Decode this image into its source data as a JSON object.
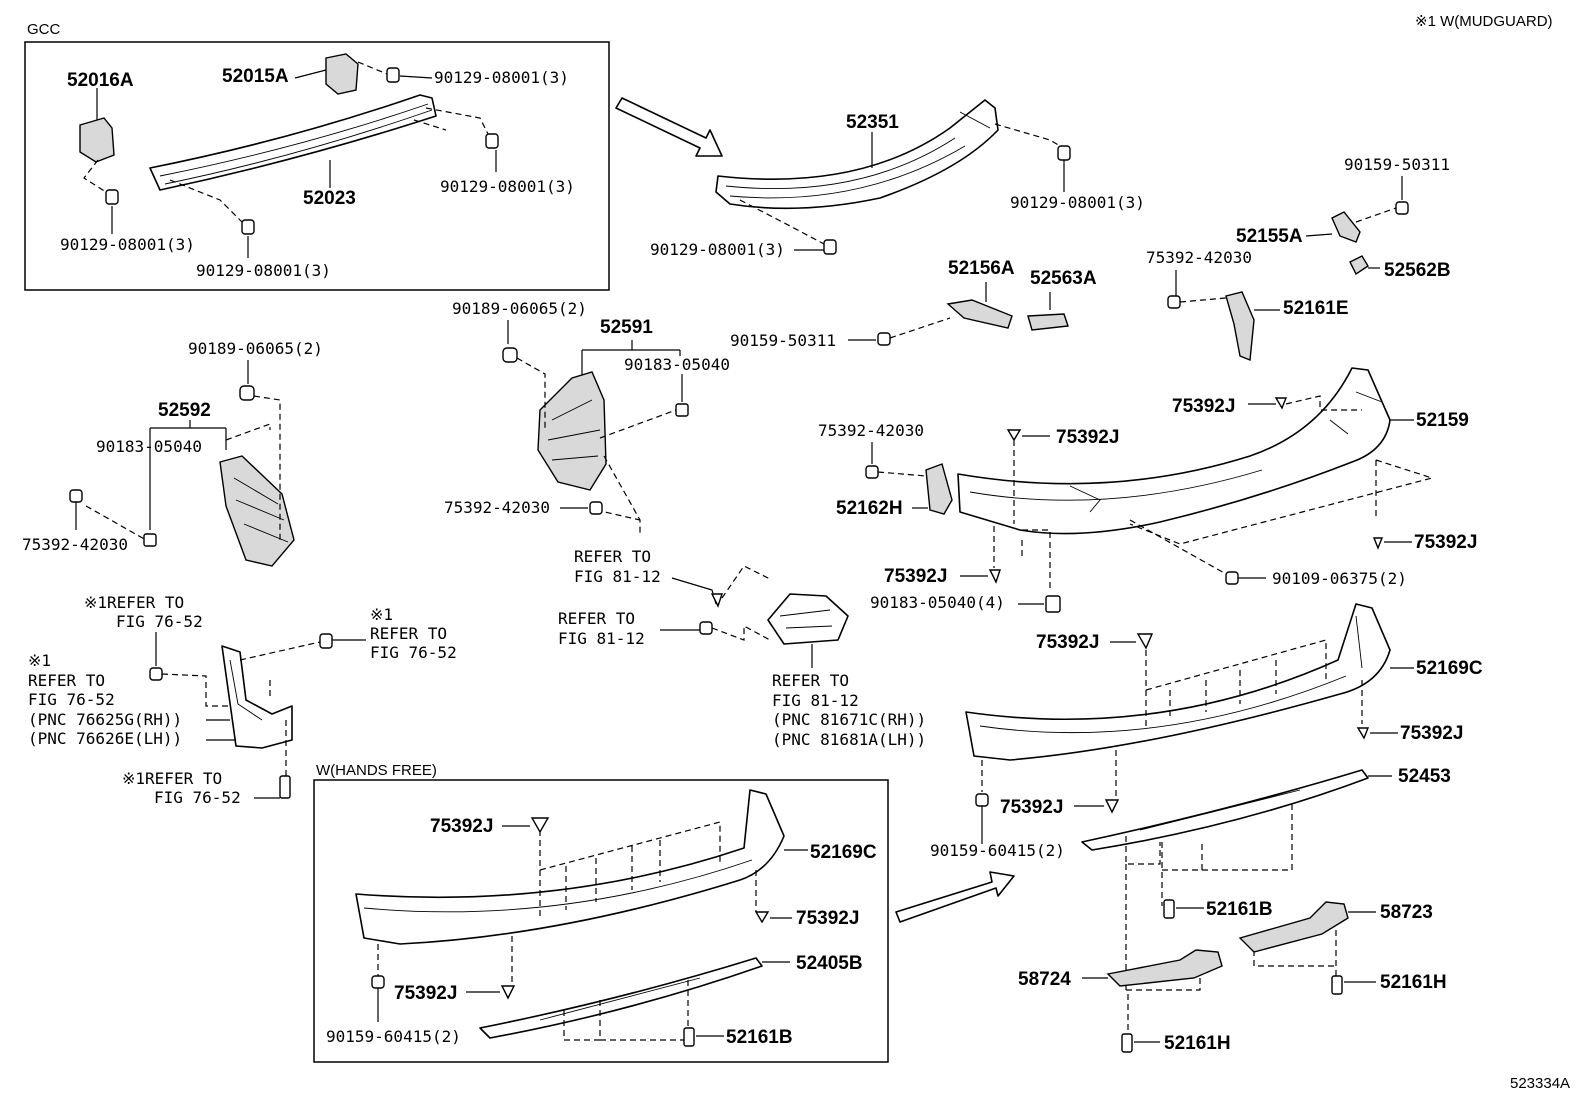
{
  "header": {
    "note": "※1  W(MUDGUARD)",
    "figure_id": "523334A"
  },
  "groups": {
    "gcc": "GCC",
    "hands_free": "W(HANDS FREE)"
  },
  "labels": {
    "p52016A": "52016A",
    "p52015A": "52015A",
    "p52023": "52023",
    "b90129_top": "90129-08001(3)",
    "b90129_mid": "90129-08001(3)",
    "b90129_left": "90129-08001(3)",
    "b90129_bot": "90129-08001(3)",
    "p52351": "52351",
    "b90129_r1": "90129-08001(3)",
    "b90129_r2": "90129-08001(3)",
    "b90159_top": "90159-50311",
    "p52155A": "52155A",
    "p52562B": "52562B",
    "p52156A": "52156A",
    "p52563A": "52563A",
    "b75392_42030_a": "75392-42030",
    "p52161E": "52161E",
    "b90159_mid": "90159-50311",
    "b90189_a": "90189-06065(2)",
    "p52591": "52591",
    "b90183_a": "90183-05040",
    "b90189_b": "90189-06065(2)",
    "p52592": "52592",
    "b90183_b": "90183-05040",
    "b75392_42030_b": "75392-42030",
    "b75392_42030_c": "75392-42030",
    "c75392J_a": "75392J",
    "p52159": "52159",
    "b75392_42030_d": "75392-42030",
    "c75392J_b": "75392J",
    "p52162H": "52162H",
    "c75392J_c": "75392J",
    "c75392J_d": "75392J",
    "b90109": "90109-06375(2)",
    "b90183_c": "90183-05040(4)",
    "ref1_a": "REFER TO",
    "ref1_b": "FIG 81-12",
    "ref2_a": "REFER TO",
    "ref2_b": "FIG 81-12",
    "ref3_a": "REFER TO",
    "ref3_b": "FIG 81-12",
    "ref3_c": "(PNC 81671C(RH))",
    "ref3_d": "(PNC 81681A(LH))",
    "mg1_a": "※1REFER TO",
    "mg1_b": "FIG 76-52",
    "mg2_a": "※1",
    "mg2_b": "REFER TO",
    "mg2_c": "FIG 76-52",
    "mg3_a": "※1",
    "mg3_b": "REFER TO",
    "mg3_c": "FIG 76-52",
    "mg3_d": "(PNC 76625G(RH))",
    "mg3_e": "(PNC 76626E(LH))",
    "mg4_a": "※1REFER TO",
    "mg4_b": "FIG 76-52",
    "c75392J_e": "75392J",
    "p52169C_a": "52169C",
    "c75392J_f": "75392J",
    "p52453": "52453",
    "c75392J_g": "75392J",
    "b90159_60415_a": "90159-60415(2)",
    "p52161B_a": "52161B",
    "p58723": "58723",
    "p58724": "58724",
    "p52161H_a": "52161H",
    "p52161H_b": "52161H",
    "c75392J_h": "75392J",
    "p52169C_b": "52169C",
    "c75392J_i": "75392J",
    "p52405B": "52405B",
    "c75392J_j": "75392J",
    "b90159_60415_b": "90159-60415(2)",
    "p52161B_b": "52161B"
  }
}
